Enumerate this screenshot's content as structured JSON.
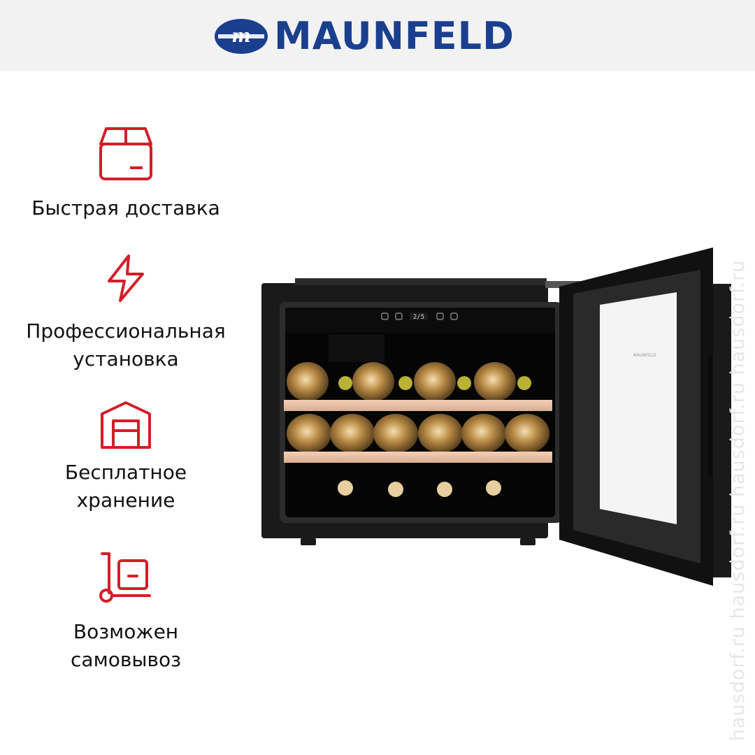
{
  "brand": {
    "name": "MAUNFELD",
    "color": "#1b3f8f"
  },
  "accent_color": "#d21e28",
  "features": [
    {
      "icon": "box-icon",
      "label": "Быстрая доставка"
    },
    {
      "icon": "lightning-icon",
      "label": "Профессиональная\nустановка"
    },
    {
      "icon": "warehouse-icon",
      "label": "Бесплатное\nхранение"
    },
    {
      "icon": "hand-truck-icon",
      "label": "Возможен\nсамовывоз"
    }
  ],
  "product": {
    "display_readout": "2/5",
    "door_logo_text": "MAUNFELD",
    "image": "built-in-wine-cooler-open-door"
  },
  "watermark": "hausdorf.ru   hausdorf.ru   hausdorf.ru   hausdorf.ru"
}
